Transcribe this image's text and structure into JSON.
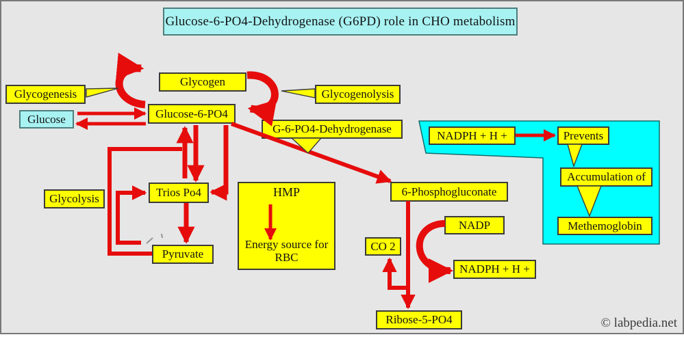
{
  "title": "Glucose-6-PO4-Dehydrogenase (G6PD) role in CHO metabolism",
  "watermark": "© labpedia.net",
  "colors": {
    "background": "#e6e6e6",
    "node_yellow": "#ffff00",
    "node_cyan_light": "#a8f2f2",
    "region_cyan": "#00ffff",
    "arrow_red": "#e60c0c",
    "border_dark": "#3a3a3a"
  },
  "nodes": {
    "glycogenesis": "Glycogenesis",
    "glycogen": "Glycogen",
    "glycogenolysis": "Glycogenolysis",
    "glucose": "Glucose",
    "glucose_6_po4": "Glucose-6-PO4",
    "g6pd_enzyme": "G-6-PO4-Dehydrogenase",
    "glycolysis": "Glycolysis",
    "trios_po4": "Trios Po4",
    "hmp": "HMP",
    "hmp_note": "Energy source for RBC",
    "six_phosphogluconate": "6-Phosphogluconate",
    "nadph_h_top": "NADPH + H +",
    "prevents": "Prevents",
    "accumulation_of": "Accumulation of",
    "methemoglobin": "Methemoglobin",
    "nadp": "NADP",
    "co2": "CO 2",
    "nadph_h_bottom": "NADPH + H +",
    "pyruvate": "Pyruvate",
    "ribose_5_po4": "Ribose-5-PO4"
  }
}
